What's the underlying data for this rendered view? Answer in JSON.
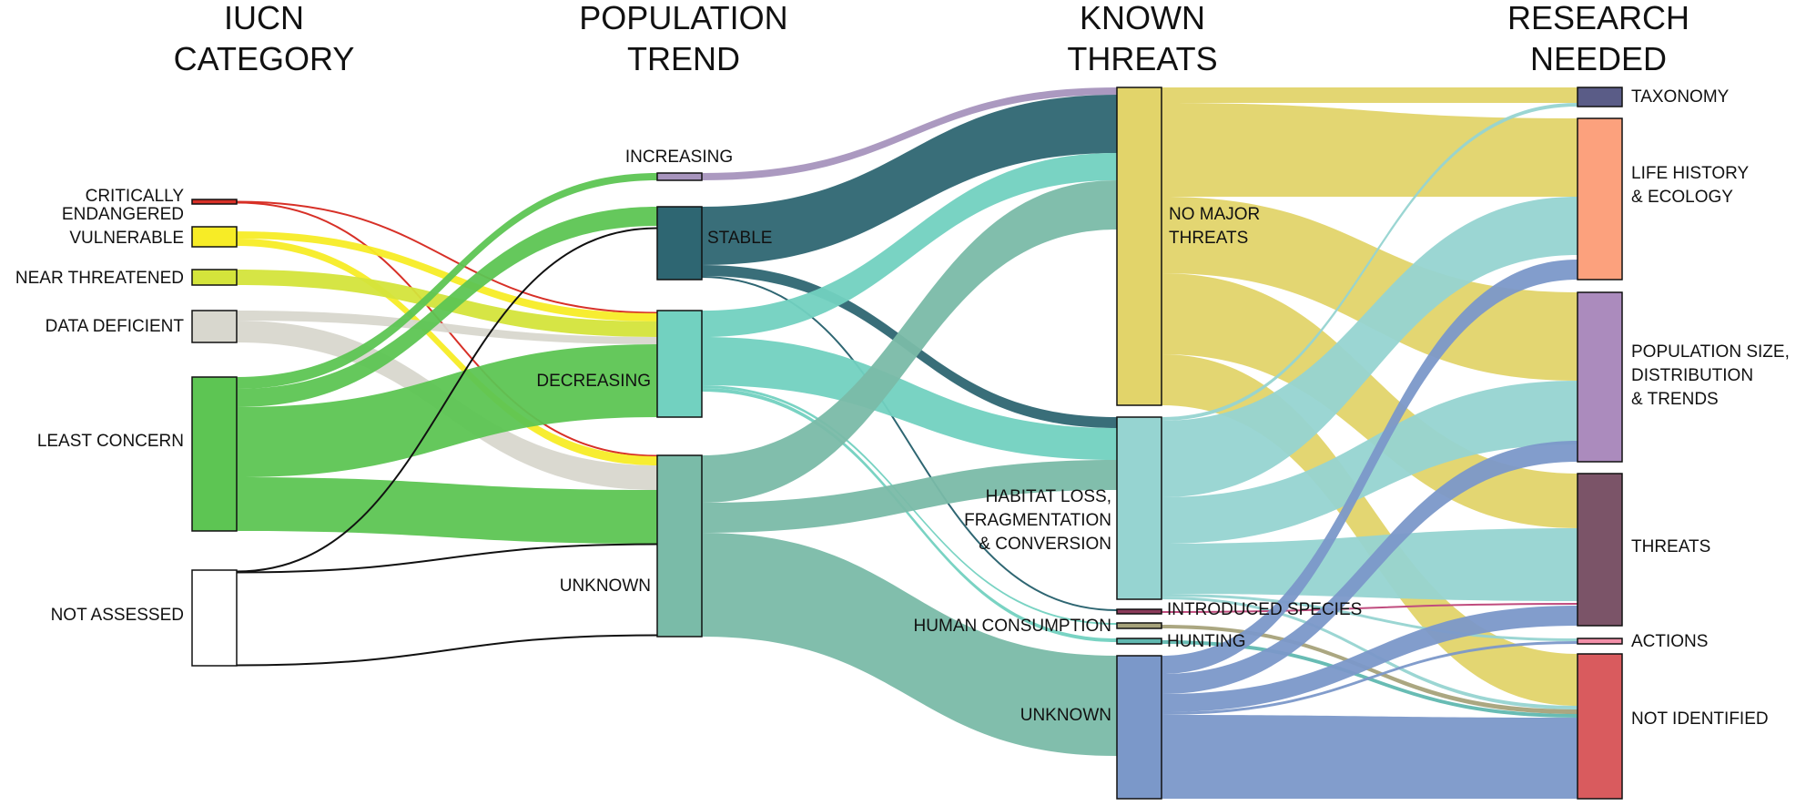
{
  "columns": [
    {
      "id": "iucn",
      "title_lines": [
        "IUCN",
        "CATEGORY"
      ]
    },
    {
      "id": "trend",
      "title_lines": [
        "POPULATION",
        "TREND"
      ]
    },
    {
      "id": "threats",
      "title_lines": [
        "KNOWN",
        "THREATS"
      ]
    },
    {
      "id": "research",
      "title_lines": [
        "RESEARCH",
        "NEEDED"
      ]
    }
  ],
  "nodes": [
    {
      "id": "cr",
      "lines": [
        "CRITICALLY",
        "ENDANGERED"
      ],
      "color": "#d73027"
    },
    {
      "id": "vu",
      "lines": [
        "VULNERABLE"
      ],
      "color": "#f7ec26"
    },
    {
      "id": "nt",
      "lines": [
        "NEAR THREATENED"
      ],
      "color": "#d4e43b"
    },
    {
      "id": "dd",
      "lines": [
        "DATA DEFICIENT"
      ],
      "color": "#d8d7ce"
    },
    {
      "id": "lc",
      "lines": [
        "LEAST CONCERN"
      ],
      "color": "#5dc553"
    },
    {
      "id": "na",
      "lines": [
        "NOT ASSESSED"
      ],
      "color": "#ffffff"
    },
    {
      "id": "inc",
      "lines": [
        "INCREASING"
      ],
      "color": "#a794bd"
    },
    {
      "id": "sta",
      "lines": [
        "STABLE"
      ],
      "color": "#2e6672"
    },
    {
      "id": "dec",
      "lines": [
        "DECREASING"
      ],
      "color": "#72d1c0"
    },
    {
      "id": "unkT",
      "lines": [
        "UNKNOWN"
      ],
      "color": "#7abba8"
    },
    {
      "id": "nmt",
      "lines": [
        "NO MAJOR",
        "THREATS"
      ],
      "color": "#e2d46a"
    },
    {
      "id": "hab",
      "lines": [
        "HABITAT LOSS,",
        "FRAGMENTATION",
        "& CONVERSION"
      ],
      "color": "#96d4d1"
    },
    {
      "id": "int",
      "lines": [
        "INTRODUCED SPECIES"
      ],
      "color": "#8b3a5a"
    },
    {
      "id": "hum",
      "lines": [
        "HUMAN CONSUMPTION"
      ],
      "color": "#a6a27a"
    },
    {
      "id": "hun",
      "lines": [
        "HUNTING"
      ],
      "color": "#60b8b0"
    },
    {
      "id": "unkK",
      "lines": [
        "UNKNOWN"
      ],
      "color": "#7b98c9"
    },
    {
      "id": "tax",
      "lines": [
        "TAXONOMY"
      ],
      "color": "#5a5c87"
    },
    {
      "id": "lhe",
      "lines": [
        "LIFE HISTORY",
        "& ECOLOGY"
      ],
      "color": "#fca17d"
    },
    {
      "id": "pop",
      "lines": [
        "POPULATION SIZE,",
        "DISTRIBUTION",
        "& TRENDS"
      ],
      "color": "#ab8bbd"
    },
    {
      "id": "thr",
      "lines": [
        "THREATS"
      ],
      "color": "#7b5468"
    },
    {
      "id": "act",
      "lines": [
        "ACTIONS"
      ],
      "color": "#f28fa8"
    },
    {
      "id": "nid",
      "lines": [
        "NOT IDENTIFIED"
      ],
      "color": "#d95b5e"
    }
  ]
}
